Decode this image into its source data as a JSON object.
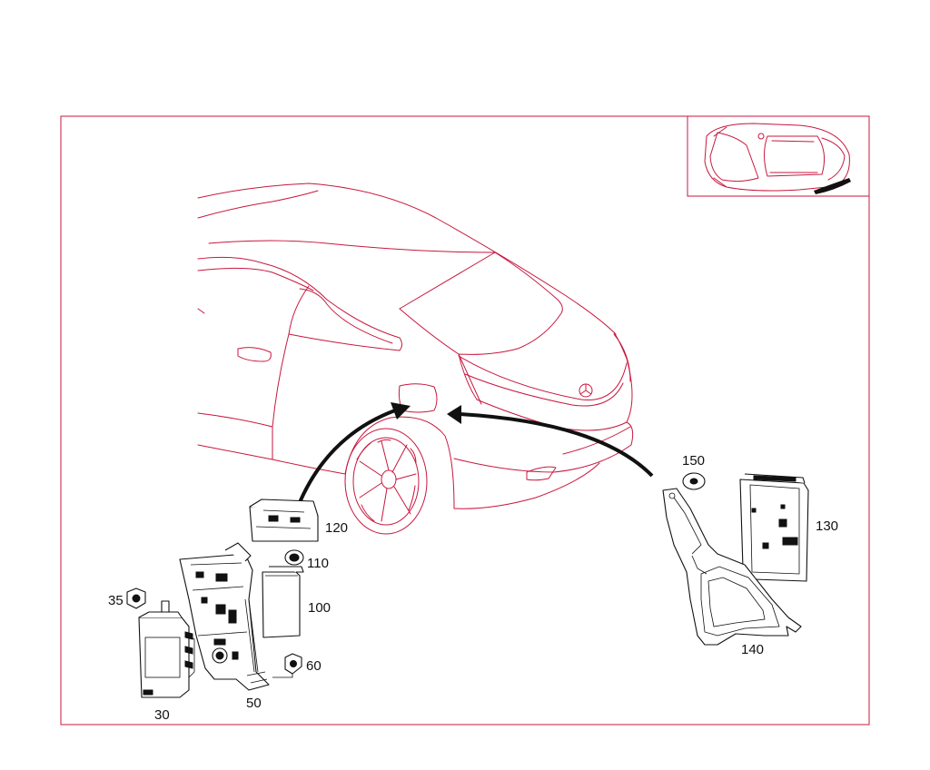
{
  "diagram": {
    "parts": [
      {
        "number": "30"
      },
      {
        "number": "35"
      },
      {
        "number": "50"
      },
      {
        "number": "60"
      },
      {
        "number": "100"
      },
      {
        "number": "110"
      },
      {
        "number": "120"
      },
      {
        "number": "130"
      },
      {
        "number": "140"
      },
      {
        "number": "150"
      }
    ],
    "colors": {
      "vehicle_outline": "#c8173e",
      "parts": "#111111",
      "frame": "#c8173e"
    },
    "icons": [
      "vehicle-locator-thumbnail-icon",
      "mercedes-star-emblem-icon"
    ]
  }
}
